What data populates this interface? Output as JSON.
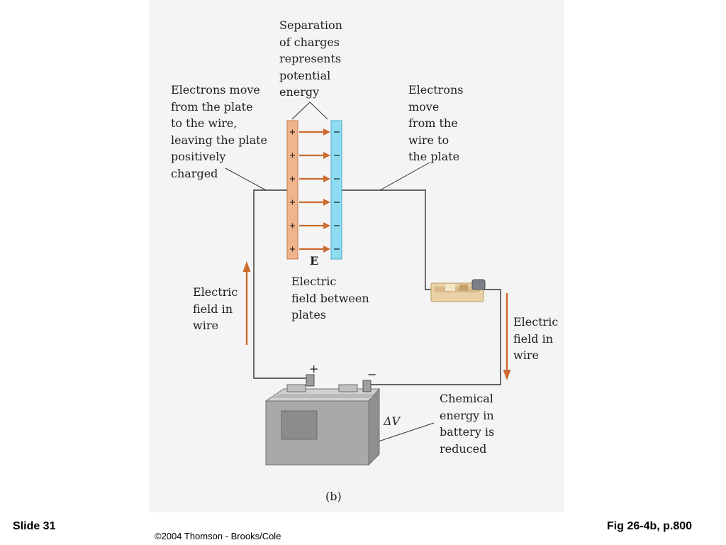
{
  "labels": {
    "separation": "Separation\nof charges\nrepresents\npotential\nenergy",
    "electrons_left": "Electrons move\nfrom the plate\nto the wire,\nleaving the plate\npositively\ncharged",
    "electrons_right": "Electrons\nmove\nfrom the\nwire to\nthe plate",
    "field_symbol": "E",
    "field_between": "Electric\nfield between\nplates",
    "field_wire_left": "Electric\nfield in\nwire",
    "field_wire_right": "Electric\nfield in\nwire",
    "chemical": "Chemical\nenergy in\nbattery is\nreduced",
    "delta_v": "ΔV",
    "plus_sign": "+",
    "minus_sign": "−",
    "part": "(b)"
  },
  "footer": {
    "slide": "Slide 31",
    "copyright": "©2004 Thomson - Brooks/Cole",
    "figure_ref": "Fig 26-4b, p.800"
  },
  "colors": {
    "positive_plate": "#f0b48c",
    "negative_plate": "#8fdcf2",
    "field_arrow": "#cc6a2e",
    "wire": "#333333",
    "battery": "#9fa1a3",
    "figure_background": "#f4f4f4"
  }
}
